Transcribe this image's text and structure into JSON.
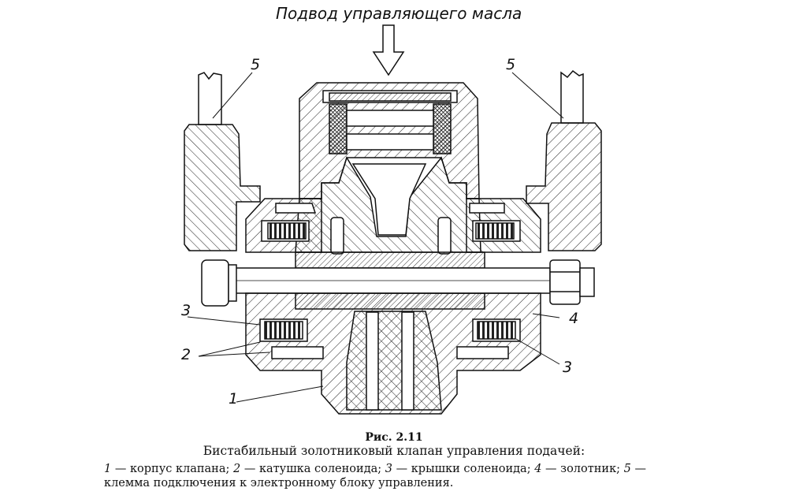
{
  "drawing": {
    "inlet_label": "Подвод управляющего масла",
    "callouts": {
      "one": "1",
      "two": "2",
      "three_left": "3",
      "three_right": "3",
      "four": "4",
      "five_left": "5",
      "five_right": "5"
    }
  },
  "caption": {
    "figure_number": "Рис. 2.11",
    "title": "Бистабильный золотниковый клапан управления подачей:",
    "legend": [
      {
        "num": "1",
        "text": "корпус клапана;"
      },
      {
        "num": "2",
        "text": "катушка соленоида;"
      },
      {
        "num": "3",
        "text": "крышки соленоида;"
      },
      {
        "num": "4",
        "text": "золотник;"
      },
      {
        "num": "5",
        "text": "клемма подключения к электронному блоку управления."
      }
    ],
    "dash": "—"
  }
}
